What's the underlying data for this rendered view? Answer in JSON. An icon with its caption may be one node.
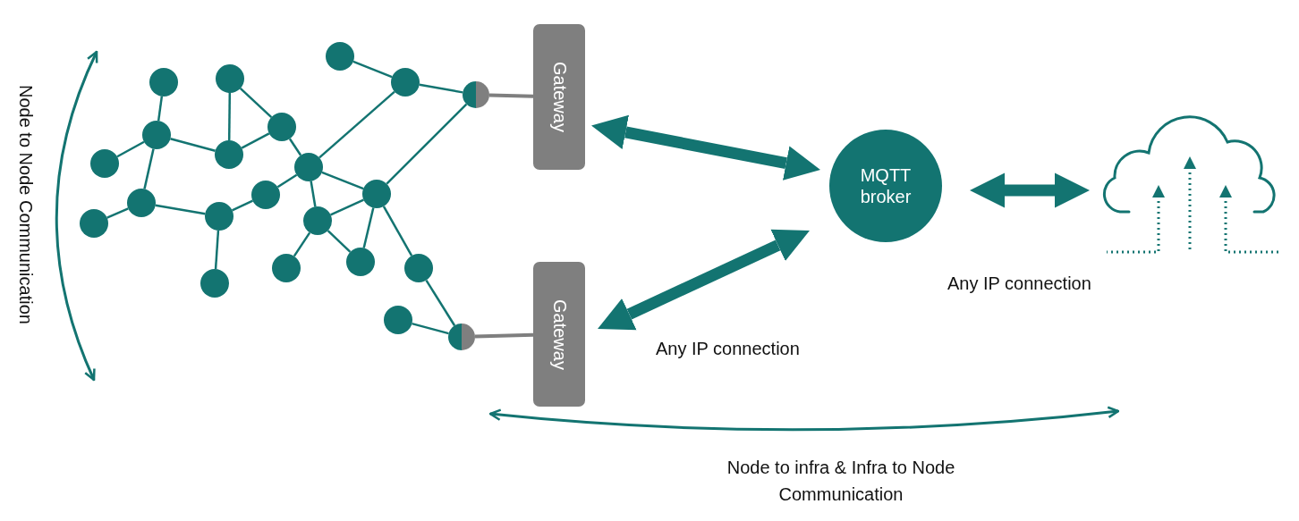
{
  "diagram": {
    "nodes": [
      {
        "text": [],
        "shape": "circle"
      },
      {
        "text": [],
        "shape": "circle"
      },
      {
        "text": [],
        "shape": "circle"
      },
      {
        "text": [],
        "shape": "circle"
      },
      {
        "text": [],
        "shape": "circle"
      },
      {
        "text": [],
        "shape": "circle"
      },
      {
        "text": [],
        "shape": "circle"
      },
      {
        "text": [],
        "shape": "circle"
      },
      {
        "text": [],
        "shape": "circle"
      },
      {
        "text": [],
        "shape": "circle"
      },
      {
        "text": [],
        "shape": "circle"
      },
      {
        "text": [],
        "shape": "circle"
      },
      {
        "text": [],
        "shape": "circle"
      },
      {
        "text": [],
        "shape": "circle"
      },
      {
        "text": [],
        "shape": "circle"
      },
      {
        "text": [],
        "shape": "circle"
      },
      {
        "text": [],
        "shape": "circle"
      },
      {
        "text": [],
        "shape": "circle"
      },
      {
        "text": [],
        "shape": "circle"
      },
      {
        "text": [],
        "shape": "circle"
      },
      {
        "text": [],
        "shape": "circle"
      },
      {
        "text": [],
        "shape": "circle"
      },
      {
        "text": [
          "Gateway"
        ]
      },
      {
        "text": [
          "Gateway"
        ]
      },
      {
        "text": [
          "MQTT broker"
        ]
      },
      {
        "text": [],
        "shape": "cloud"
      }
    ],
    "edges": [
      {
        "from": 4,
        "to": 3,
        "arrow": "none"
      },
      {
        "from": 3,
        "to": 1,
        "arrow": "none"
      },
      {
        "from": 3,
        "to": 7,
        "arrow": "none"
      },
      {
        "from": 3,
        "to": 2,
        "arrow": "none"
      },
      {
        "from": 8,
        "to": 7,
        "arrow": "none"
      },
      {
        "from": 8,
        "to": 10,
        "arrow": "none"
      },
      {
        "from": 10,
        "to": 7,
        "arrow": "none"
      },
      {
        "from": 10,
        "to": 12,
        "arrow": "none"
      },
      {
        "from": 12,
        "to": 9,
        "arrow": "none"
      },
      {
        "from": 9,
        "to": 6,
        "arrow": "none"
      },
      {
        "from": 6,
        "to": 2,
        "arrow": "none"
      },
      {
        "from": 2,
        "to": 0,
        "arrow": "none"
      },
      {
        "from": 6,
        "to": 5,
        "arrow": "none"
      },
      {
        "from": 12,
        "to": 13,
        "arrow": "none"
      },
      {
        "from": 12,
        "to": 18,
        "arrow": "none"
      },
      {
        "from": 12,
        "to": 16,
        "arrow": "none"
      },
      {
        "from": 13,
        "to": 16,
        "arrow": "none"
      },
      {
        "from": 13,
        "to": 11,
        "arrow": "none"
      },
      {
        "from": 13,
        "to": 15,
        "arrow": "none"
      },
      {
        "from": 16,
        "to": 15,
        "arrow": "none"
      },
      {
        "from": 16,
        "to": 19,
        "arrow": "none"
      },
      {
        "from": 16,
        "to": 21,
        "arrow": "none"
      },
      {
        "from": 14,
        "to": 18,
        "arrow": "none"
      },
      {
        "from": 18,
        "to": 21,
        "arrow": "none"
      },
      {
        "from": 19,
        "to": 20,
        "arrow": "none"
      },
      {
        "from": 17,
        "to": 20,
        "arrow": "none"
      },
      {
        "from": 21,
        "to": 22,
        "arrow": "none",
        "color": "#7f7f7f"
      },
      {
        "from": 20,
        "to": 23,
        "arrow": "none",
        "color": "#7f7f7f"
      },
      {
        "from": 22,
        "to": 24,
        "arrow": "both",
        "style": "thick"
      },
      {
        "from": 23,
        "to": 24,
        "arrow": "both",
        "style": "thick"
      },
      {
        "from": 24,
        "to": 25,
        "arrow": "both",
        "style": "thick"
      }
    ],
    "labels": [
      "Node to Node Communication",
      "Any IP connection",
      "Any IP connection",
      "Node to infra & Infra to Node Communication"
    ]
  }
}
